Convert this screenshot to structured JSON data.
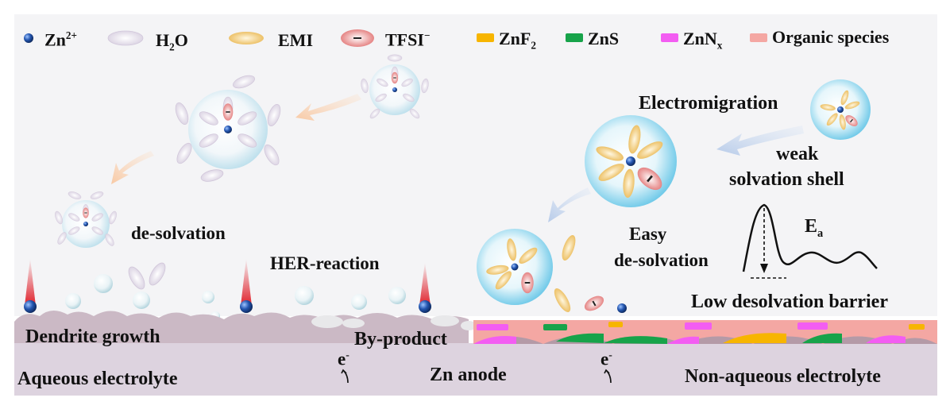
{
  "legend": [
    {
      "icon": "zn-ion-icon",
      "label": "Zn",
      "sup": "2+"
    },
    {
      "icon": "water-molecule-icon",
      "label": "H",
      "sub": "2",
      "tail": "O"
    },
    {
      "icon": "emi-cation-icon",
      "label": "EMI"
    },
    {
      "icon": "tfsi-anion-icon",
      "label": "TFSI",
      "sup": "−"
    },
    {
      "icon": "znf2-swatch-icon",
      "label": "ZnF",
      "sub": "2"
    },
    {
      "icon": "zns-swatch-icon",
      "label": "ZnS"
    },
    {
      "icon": "znnx-swatch-icon",
      "label": "ZnN",
      "sub": "x"
    },
    {
      "icon": "organic-species-swatch-icon",
      "label": "Organic species"
    }
  ],
  "labels": {
    "desolvation": "de-solvation",
    "her_reaction": "HER-reaction",
    "dendrite_growth": "Dendrite growth",
    "by_product": "By-product",
    "aqueous_electrolyte": "Aqueous electrolyte",
    "zn_anode": "Zn anode",
    "non_aqueous_electrolyte": "Non-aqueous electrolyte",
    "electromigration": "Electromigration",
    "weak": "weak",
    "solvation_shell": "solvation shell",
    "easy": "Easy",
    "easy_desolvation": "de-solvation",
    "ea": "E",
    "ea_sub": "a",
    "low_barrier": "Low desolvation barrier",
    "electron_left": "e",
    "electron_left_sup": "-",
    "electron_right": "e",
    "electron_right_sup": "-",
    "tfsi_minus": "-"
  },
  "colors": {
    "background_band": "#f4f4f6",
    "anode": "#ddd3df",
    "zn_ion": "#1f4fa3",
    "water": "#e3dbe8",
    "emi": "#f0c874",
    "tfsi": "#e98a8a",
    "znf2": "#f7b500",
    "zns": "#17a34a",
    "znnx": "#f35df2",
    "organic": "#f4a7a3",
    "shell": "#8fd3ec"
  }
}
